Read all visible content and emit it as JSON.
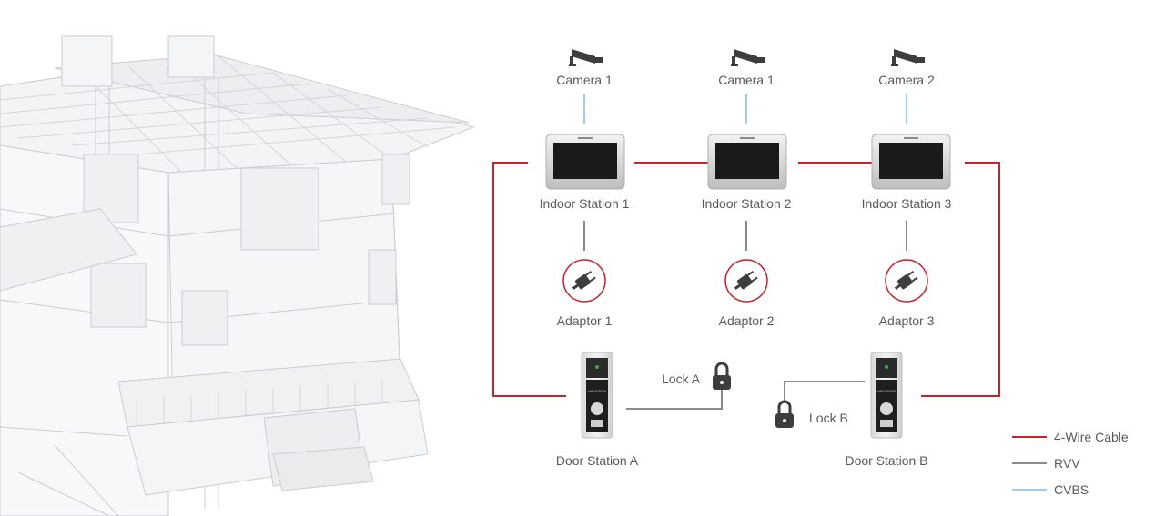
{
  "colors": {
    "four_wire": "#c8232c",
    "rvv": "#8a8a8a",
    "cvbs": "#9fcbe8",
    "label": "#5a5a5a",
    "house_line": "#c9cdd1"
  },
  "cameras": [
    {
      "label": "Camera 1",
      "icon": "cctv-camera-icon"
    },
    {
      "label": "Camera 1",
      "icon": "cctv-camera-icon"
    },
    {
      "label": "Camera 2",
      "icon": "cctv-camera-icon"
    }
  ],
  "indoor_stations": [
    {
      "label": "Indoor Station 1"
    },
    {
      "label": "Indoor Station 2"
    },
    {
      "label": "Indoor Station 3"
    }
  ],
  "adaptors": [
    {
      "label": "Adaptor 1",
      "icon": "power-plug-icon"
    },
    {
      "label": "Adaptor 2",
      "icon": "power-plug-icon"
    },
    {
      "label": "Adaptor 3",
      "icon": "power-plug-icon"
    }
  ],
  "door_stations": [
    {
      "label": "Door Station A",
      "brand": "HIKVISION"
    },
    {
      "label": "Door Station B",
      "brand": "HIKVISION"
    }
  ],
  "locks": [
    {
      "label": "Lock A",
      "icon": "padlock-icon"
    },
    {
      "label": "Lock B",
      "icon": "padlock-icon"
    }
  ],
  "legend": {
    "four_wire": "4-Wire Cable",
    "rvv": "RVV",
    "cvbs": "CVBS"
  }
}
